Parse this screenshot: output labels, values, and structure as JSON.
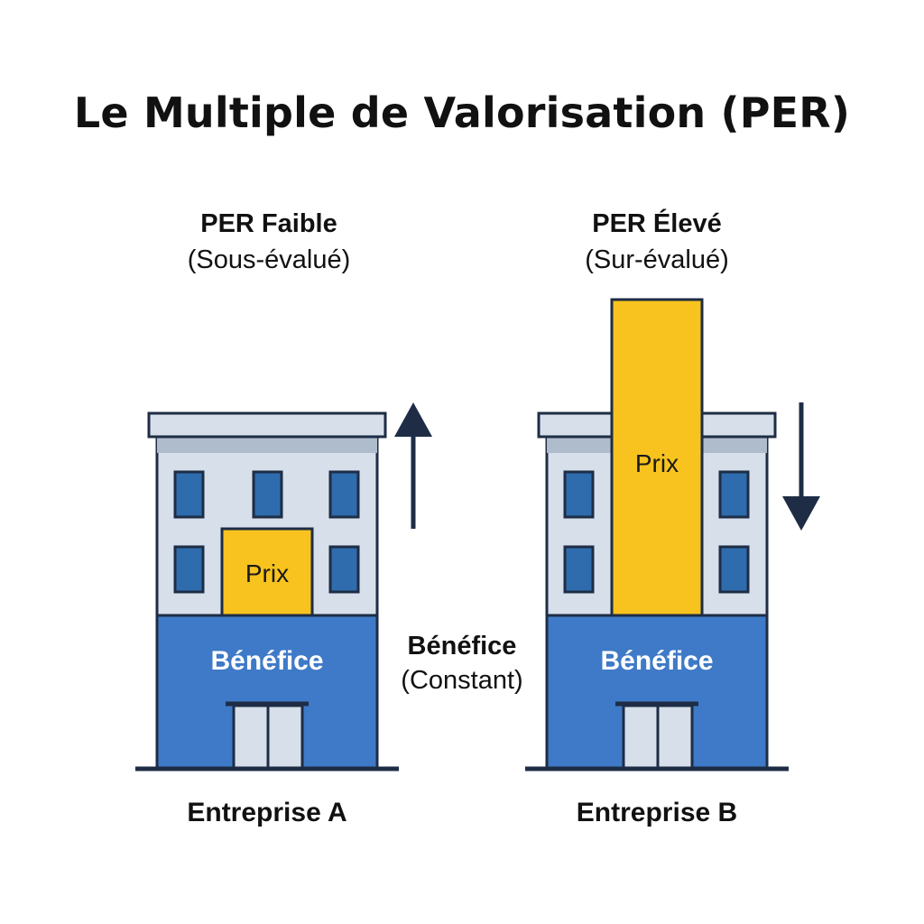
{
  "title": "Le Multiple de Valorisation (PER)",
  "left": {
    "heading": "PER Faible",
    "subheading": "(Sous-évalué)",
    "price_label": "Prix",
    "profit_label": "Bénéfice",
    "company": "Entreprise A",
    "arrow_direction": "up"
  },
  "right": {
    "heading": "PER Élevé",
    "subheading": "(Sur-évalué)",
    "price_label": "Prix",
    "profit_label": "Bénéfice",
    "company": "Entreprise B",
    "arrow_direction": "down"
  },
  "middle": {
    "heading": "Bénéfice",
    "subheading": "(Constant)"
  },
  "colors": {
    "price": "#F8C31F",
    "profit": "#3E7AC7",
    "building": "#D7DFEA",
    "roof": "#AEBCCC",
    "window": "#2E6CAD",
    "outline": "#1E2D45"
  }
}
